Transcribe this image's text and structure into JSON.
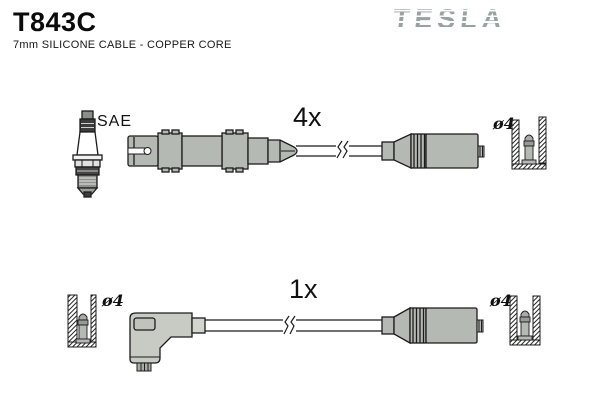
{
  "header": {
    "part_number": "T843C",
    "subtitle": "7mm SILICONE CABLE - COPPER CORE",
    "brand": "TESLA"
  },
  "top_cable": {
    "quantity": "4x",
    "plug_label": "SAE",
    "terminal_label": "ø4"
  },
  "bottom_cable": {
    "quantity": "1x",
    "terminal_label_left": "ø4",
    "terminal_label_right": "ø4"
  },
  "colors": {
    "background": "#ffffff",
    "outline": "#1c1c1c",
    "connector_gray": "#b5b9b3",
    "boot_gray": "#c7cbc3",
    "logo_gray": "#99a2a2"
  }
}
